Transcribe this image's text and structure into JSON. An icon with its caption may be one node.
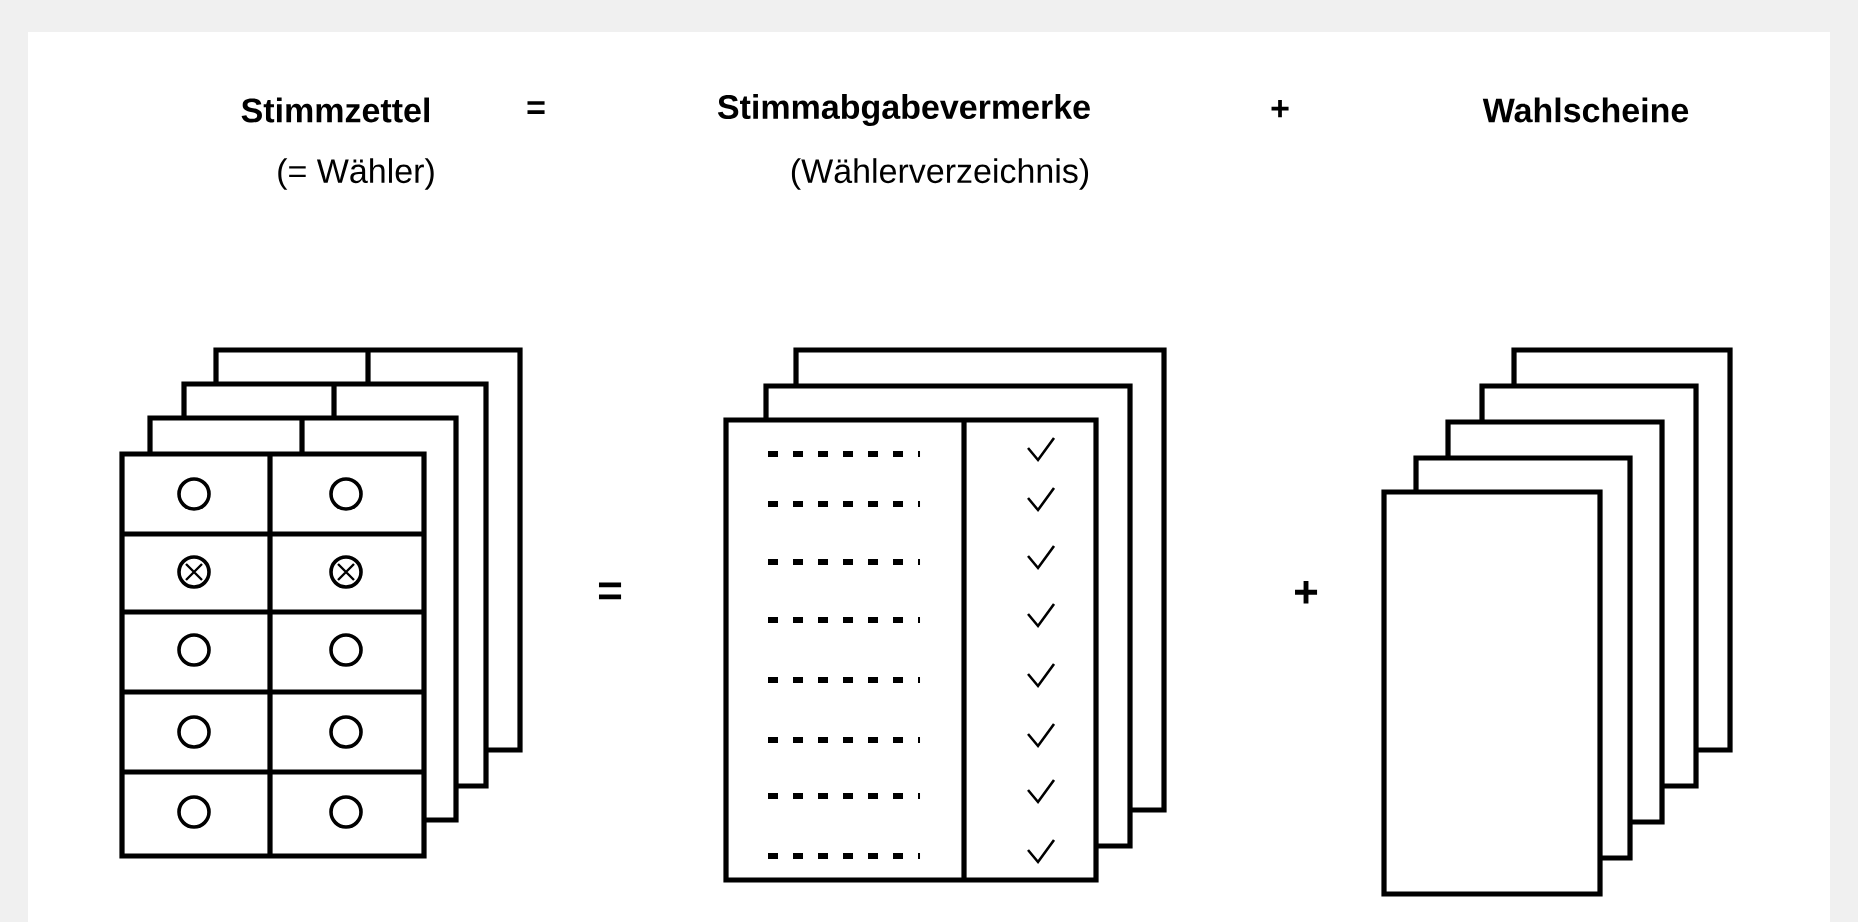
{
  "diagram": {
    "labels": [
      "Stimmzettel",
      "=",
      "Stimmabgabevermerke",
      "+",
      "Wahlscheine",
      "(= Wähler)",
      "(Wählerverzeichnis)",
      "=",
      "+"
    ]
  }
}
